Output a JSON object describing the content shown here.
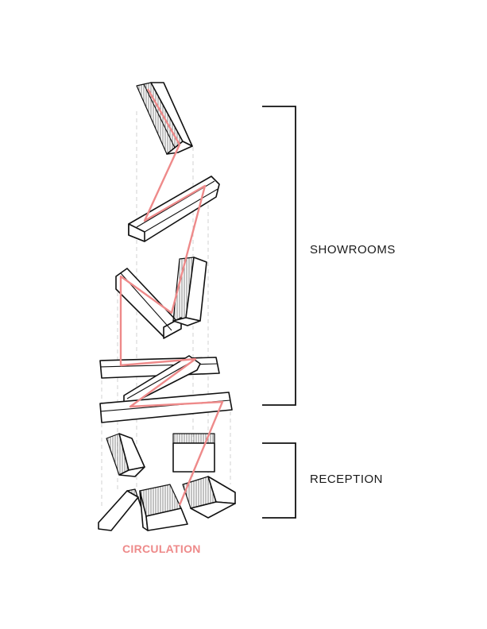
{
  "labels": {
    "showrooms": "SHOWROOMS",
    "reception": "RECEPTION",
    "circulation": "CIRCULATION"
  },
  "colors": {
    "circulation": "#ee8a8a",
    "lines": "#111111",
    "guides": "#c8c8c8"
  }
}
